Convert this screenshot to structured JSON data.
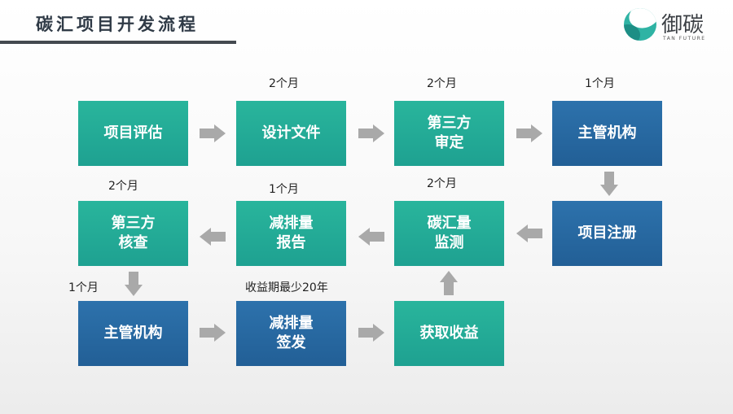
{
  "title": "碳汇项目开发流程",
  "logo": {
    "name": "御碳",
    "sub": "TAN FUTURE"
  },
  "colors": {
    "green": "#22a896",
    "blue": "#2868a1",
    "arrow": "#a9a9a9"
  },
  "steps": [
    {
      "lines": [
        "项目评估"
      ]
    },
    {
      "lines": [
        "设计文件"
      ]
    },
    {
      "lines": [
        "第三方",
        "审定"
      ]
    },
    {
      "lines": [
        "主管机构"
      ]
    },
    {
      "lines": [
        "项目注册"
      ]
    },
    {
      "lines": [
        "碳汇量",
        "监测"
      ]
    },
    {
      "lines": [
        "减排量",
        "报告"
      ]
    },
    {
      "lines": [
        "第三方",
        "核查"
      ]
    },
    {
      "lines": [
        "主管机构"
      ]
    },
    {
      "lines": [
        "减排量",
        "签发"
      ]
    },
    {
      "lines": [
        "获取收益"
      ]
    }
  ],
  "durations": [
    "2个月",
    "2个月",
    "1个月",
    "2个月",
    "1个月",
    "2个月",
    "1个月",
    "收益期最少20年"
  ]
}
